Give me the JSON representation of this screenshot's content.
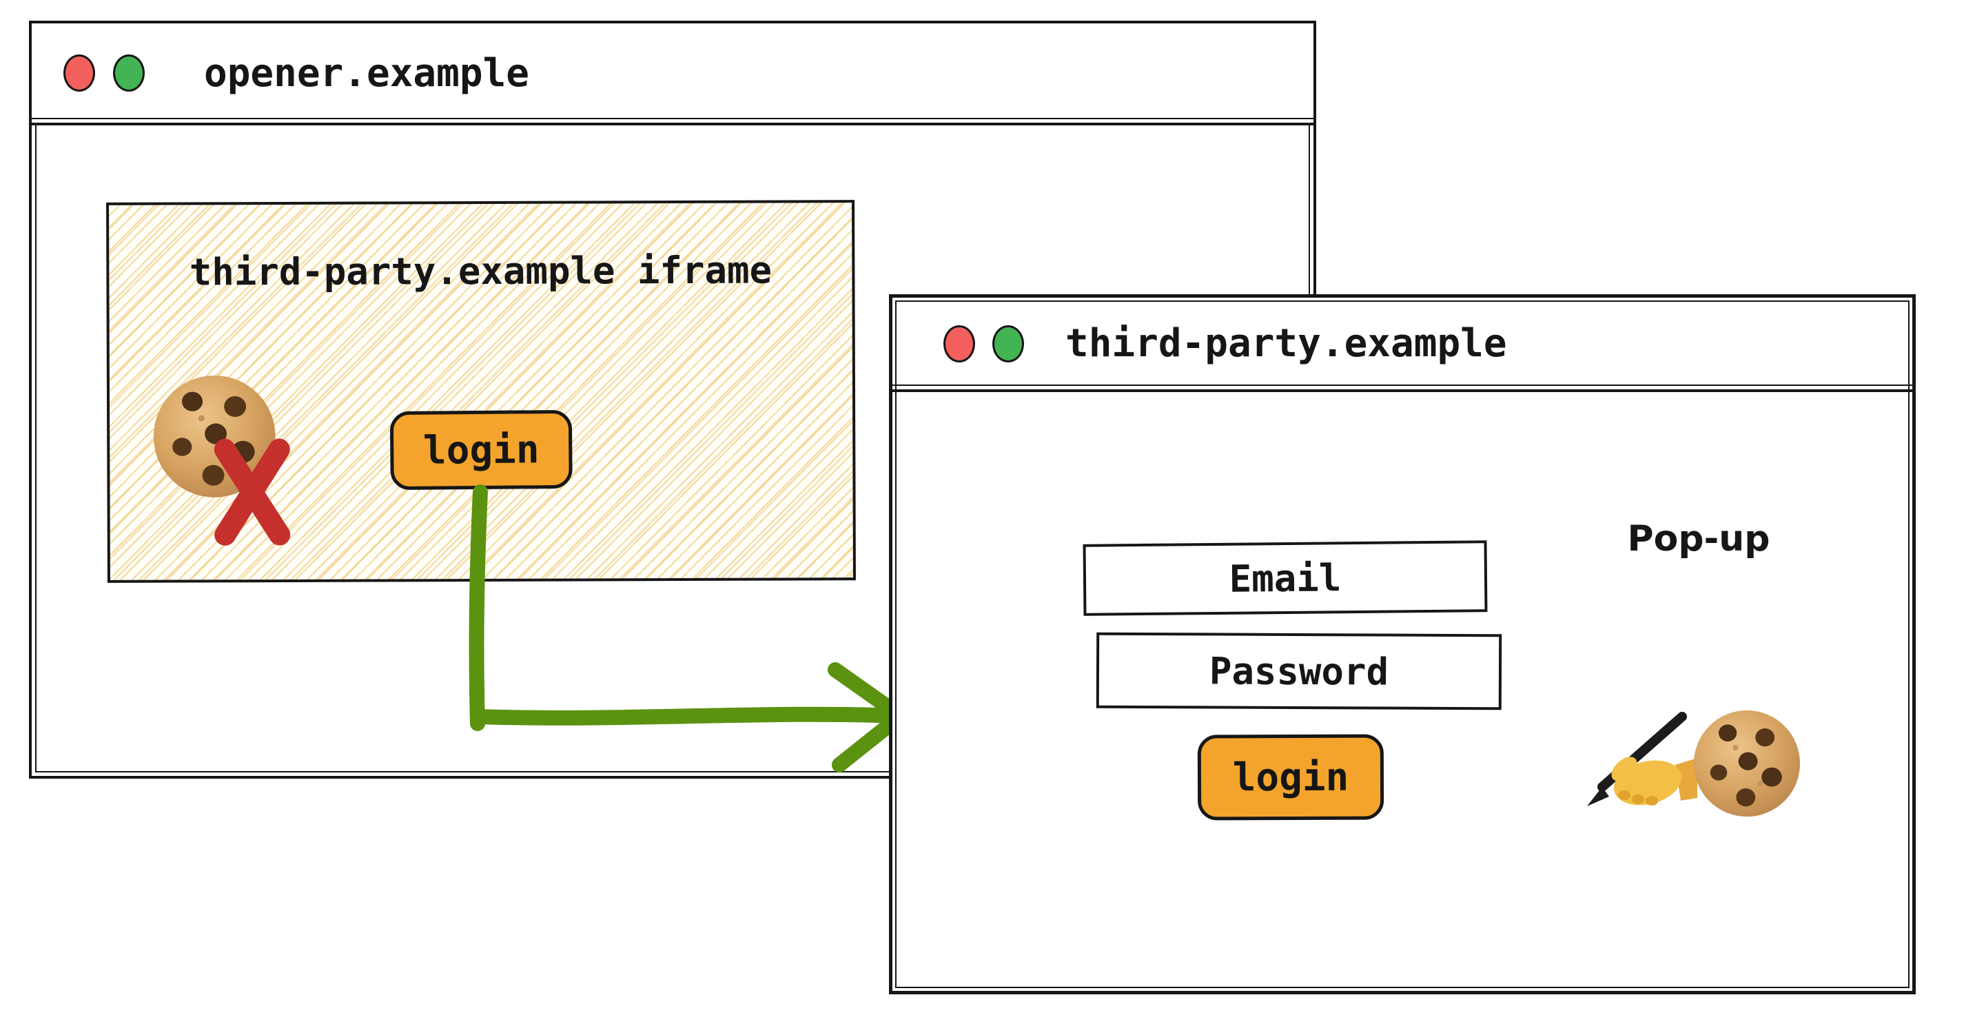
{
  "colors": {
    "ink": "#161616",
    "accent_orange": "#f4a42c",
    "arrow_green": "#5b920f",
    "blocked_red": "#c5302d",
    "traffic_red": "#f25f5c",
    "traffic_green": "#43b454",
    "hatch_line": "#f2ce80",
    "window_bg": "#ffffff"
  },
  "opener_window": {
    "title": "opener.example",
    "iframe": {
      "label": "third-party.example iframe",
      "login_button_label": "login",
      "blocked_cookie_icon": "cookie-with-red-x"
    }
  },
  "popup_window": {
    "title": "third-party.example",
    "window_label": "Pop-up",
    "email_field_label": "Email",
    "password_field_label": "Password",
    "login_button_label": "login",
    "icons": [
      "writing-hand",
      "cookie"
    ]
  },
  "arrow": {
    "from": "iframe login button",
    "to": "popup window",
    "color": "#5b920f"
  }
}
